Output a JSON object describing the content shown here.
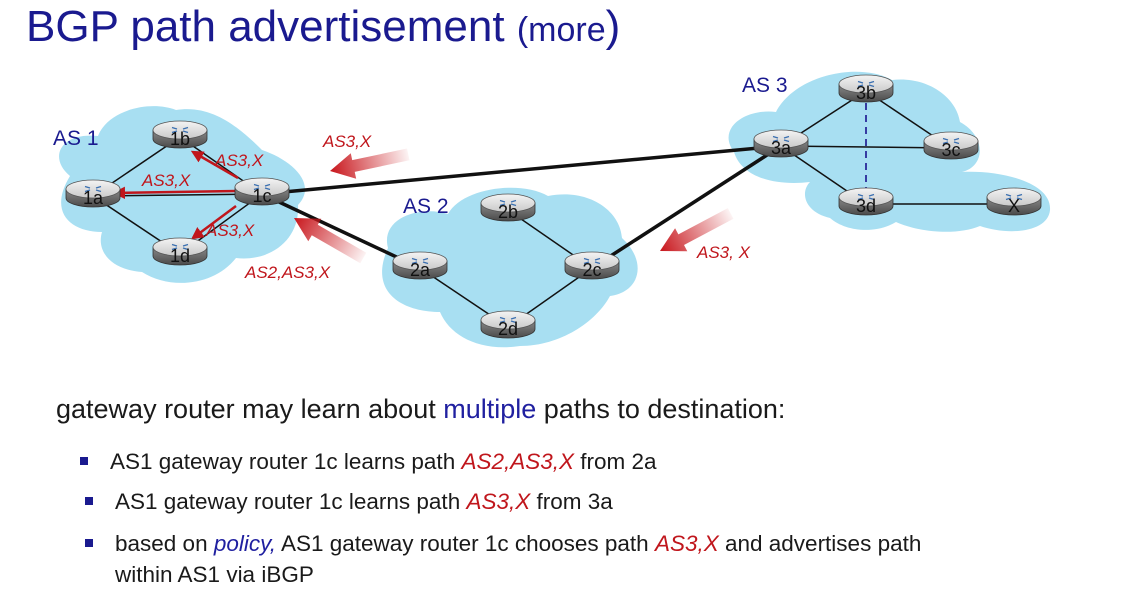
{
  "title": {
    "main": "BGP path advertisement",
    "sub": "(more",
    "close": ")"
  },
  "as_labels": [
    "AS 1",
    "AS 2",
    "AS 3"
  ],
  "routers": [
    {
      "id": "1a"
    },
    {
      "id": "1b"
    },
    {
      "id": "1c"
    },
    {
      "id": "1d"
    },
    {
      "id": "2a"
    },
    {
      "id": "2b"
    },
    {
      "id": "2c"
    },
    {
      "id": "2d"
    },
    {
      "id": "3a"
    },
    {
      "id": "3b"
    },
    {
      "id": "3c"
    },
    {
      "id": "3d"
    },
    {
      "id": "X"
    }
  ],
  "advertisements": [
    {
      "id": "adv-3a-to-1c",
      "text": "AS3,X"
    },
    {
      "id": "adv-2a-to-1c",
      "text": "AS2,AS3,X"
    },
    {
      "id": "adv-3a-to-2c",
      "text": "AS3, X"
    },
    {
      "id": "adv-1c-to-1b",
      "text": "AS3,X"
    },
    {
      "id": "adv-1c-to-1a",
      "text": "AS3,X"
    },
    {
      "id": "adv-1c-to-1d",
      "text": "AS3,X"
    }
  ],
  "text": {
    "lead": {
      "before": "gateway router may learn about ",
      "highlight": "multiple",
      "after": " paths to destination:"
    },
    "bullets": [
      {
        "before": "AS1 gateway router 1c learns path ",
        "path": "AS2,AS3,X",
        "after": " from 2a"
      },
      {
        "before": "AS1 gateway router 1c learns path ",
        "path": "AS3,X",
        "after": " from 3a"
      },
      {
        "before": "based on ",
        "policy": "policy,",
        "mid": " AS1 gateway router 1c chooses path ",
        "path": "AS3,X",
        "after": " and advertises path",
        "line2": "within AS1 via iBGP"
      }
    ]
  },
  "colors": {
    "title": "#1a1a8f",
    "cloud": "#a8dff2",
    "advert_text": "#c0161c",
    "advert_arrow": "#c8151b",
    "highlight": "#2020a0"
  }
}
